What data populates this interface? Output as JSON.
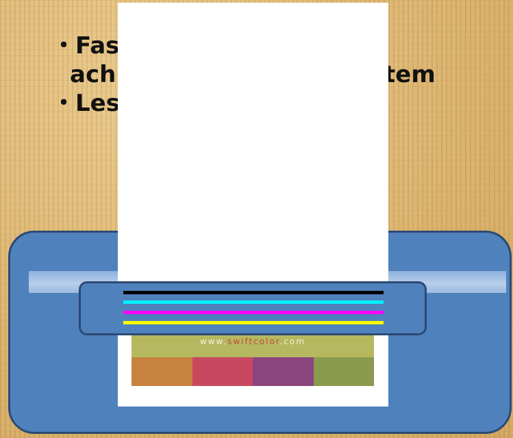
{
  "bullets": {
    "line1": "・Fas",
    "line2a": "ach",
    "line2b": "s system",
    "line3": "・Les"
  },
  "photo": {
    "url_prefix": "www.",
    "url_highlight": "swiftcolor",
    "url_suffix": ".com",
    "swatch_colors": [
      "#c88240",
      "#c8485f",
      "#8a467c",
      "#8a9a4e"
    ]
  },
  "ink_colors": [
    "#000000",
    "#00f0ff",
    "#ff00ff",
    "#ffff00"
  ],
  "colors": {
    "printer_body": "#4f81bd",
    "printer_border": "#2c4a74",
    "paper": "#ffffff"
  }
}
